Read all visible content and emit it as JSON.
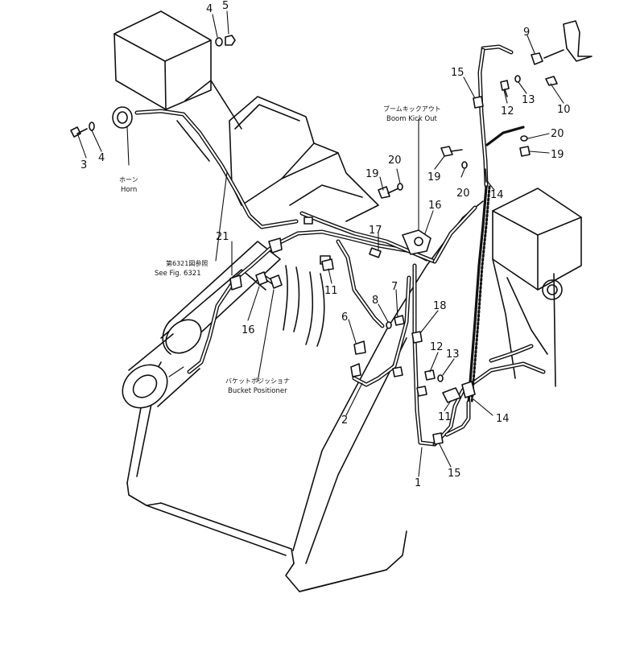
{
  "callouts": [
    "1",
    "2",
    "3",
    "4",
    "4",
    "5",
    "6",
    "7",
    "8",
    "9",
    "10",
    "11",
    "11",
    "12",
    "12",
    "13",
    "13",
    "14",
    "14",
    "15",
    "15",
    "16",
    "16",
    "17",
    "18",
    "19",
    "19",
    "19",
    "20",
    "20",
    "20",
    "21"
  ],
  "captions": {
    "boom_kick_out_jp": "ブームキックアウト",
    "boom_kick_out_en": "Boom Kick Out",
    "horn_jp": "ホーン",
    "horn_en": "Horn",
    "see_fig_jp": "第6321図参照",
    "see_fig_en": "See Fig. 6321",
    "bucket_positioner_jp": "バケットポジッショナ",
    "bucket_positioner_en": "Bucket Positioner"
  }
}
